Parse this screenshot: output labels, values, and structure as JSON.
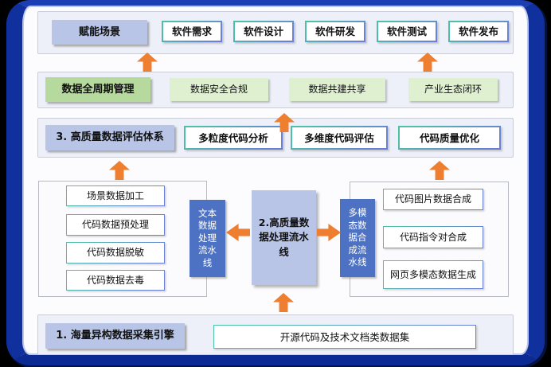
{
  "colors": {
    "frame_blue": "#10309E",
    "arrow_orange": "#EE7E30",
    "node_blue": "#B8C5E7",
    "pipeline_blue": "#4D72C4",
    "green_dark": "#B6D99E",
    "green_light": "#DFF0D0"
  },
  "row1": {
    "header": "赋能场景",
    "items": [
      "软件需求",
      "软件设计",
      "软件研发",
      "软件测试",
      "软件发布"
    ]
  },
  "row2": {
    "header": "数据全周期管理",
    "items": [
      "数据安全合规",
      "数据共建共享",
      "产业生态闭环"
    ]
  },
  "row3": {
    "header": "3. 高质量数据评估体系",
    "items": [
      "多粒度代码分析",
      "多维度代码评估",
      "代码质量优化"
    ]
  },
  "middle": {
    "left_items": [
      "场景数据加工",
      "代码数据预处理",
      "代码数据脱敏",
      "代码数据去毒"
    ],
    "text_pipeline": "文本数据处理流水线",
    "center_pipeline": "2.高质量数据处理流水线",
    "multimodal_pipeline": "多模态数据合成流水线",
    "right_items": [
      "代码图片数据合成",
      "代码指令对合成",
      "网页多模态数据生成"
    ]
  },
  "bottom": {
    "header": "1. 海量异构数据采集引擎",
    "item": "开源代码及技术文档类数据集"
  }
}
